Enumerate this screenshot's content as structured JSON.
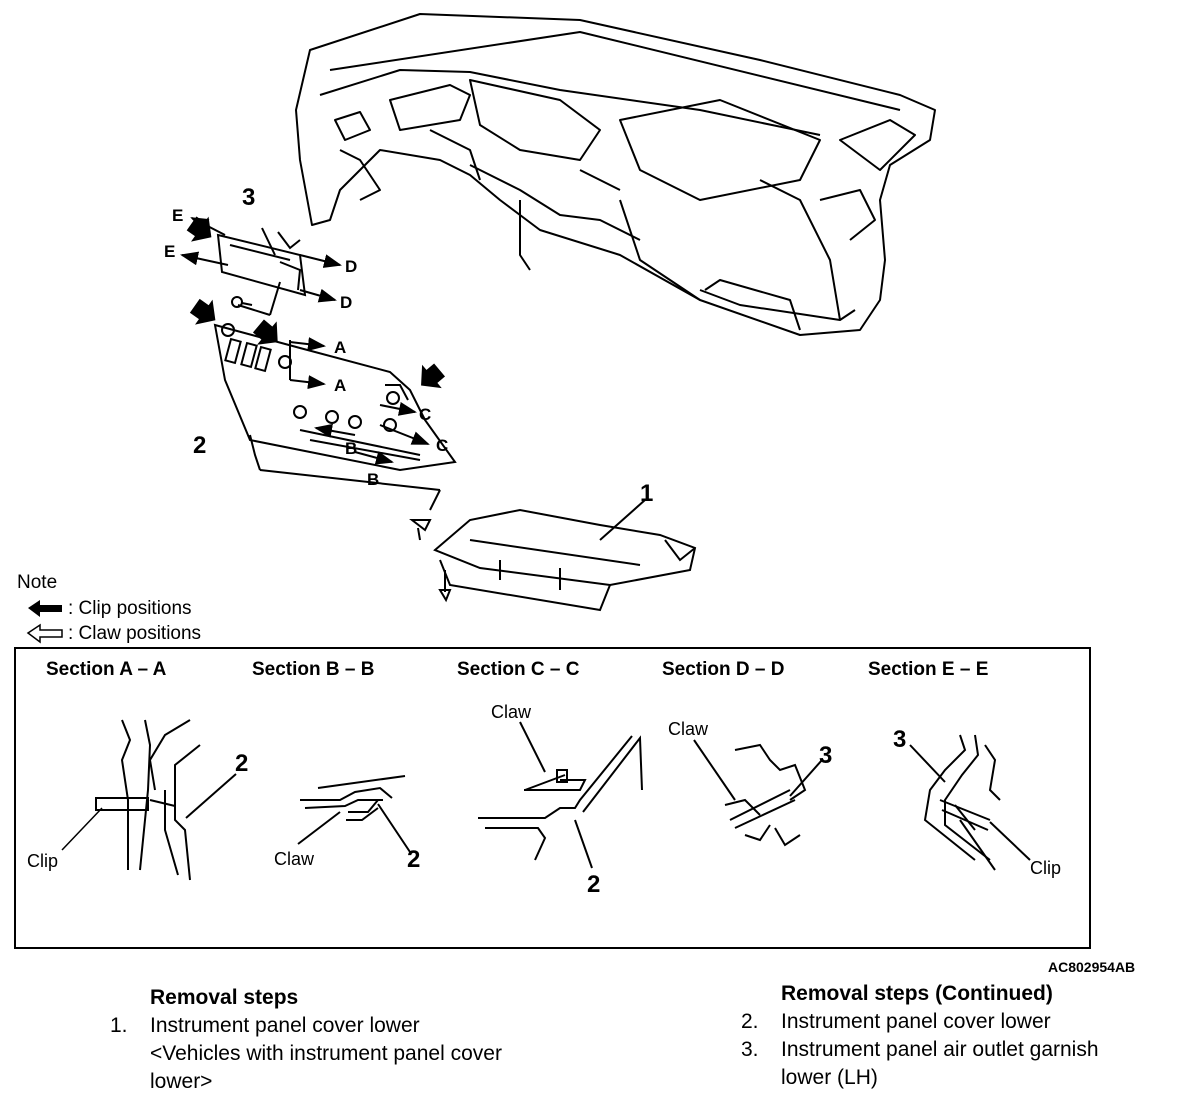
{
  "note": {
    "title": "Note",
    "clip": ": Clip positions",
    "claw": ": Claw positions"
  },
  "parts": {
    "p1": "1",
    "p2": "2",
    "p3": "3"
  },
  "section_letters": {
    "a": "A",
    "b": "B",
    "c": "C",
    "d": "D",
    "e": "E"
  },
  "sections": [
    {
      "title": "Section A – A",
      "callouts": [
        "Clip",
        "2"
      ]
    },
    {
      "title": "Section B – B",
      "callouts": [
        "Claw",
        "2"
      ]
    },
    {
      "title": "Section C – C",
      "callouts": [
        "Claw",
        "2"
      ]
    },
    {
      "title": "Section D – D",
      "callouts": [
        "Claw",
        "3"
      ]
    },
    {
      "title": "Section E – E",
      "callouts": [
        "3",
        "Clip"
      ]
    }
  ],
  "figure_code": "AC802954AB",
  "removal_left": {
    "heading": "Removal steps",
    "items": [
      {
        "num": "1.",
        "lines": [
          "Instrument panel cover lower",
          "<Vehicles with instrument panel cover",
          "lower>"
        ]
      }
    ]
  },
  "removal_right": {
    "heading": "Removal steps (Continued)",
    "items": [
      {
        "num": "2.",
        "lines": [
          "Instrument panel cover lower"
        ]
      },
      {
        "num": "3.",
        "lines": [
          "Instrument panel air outlet garnish",
          "lower (LH)"
        ]
      }
    ]
  }
}
